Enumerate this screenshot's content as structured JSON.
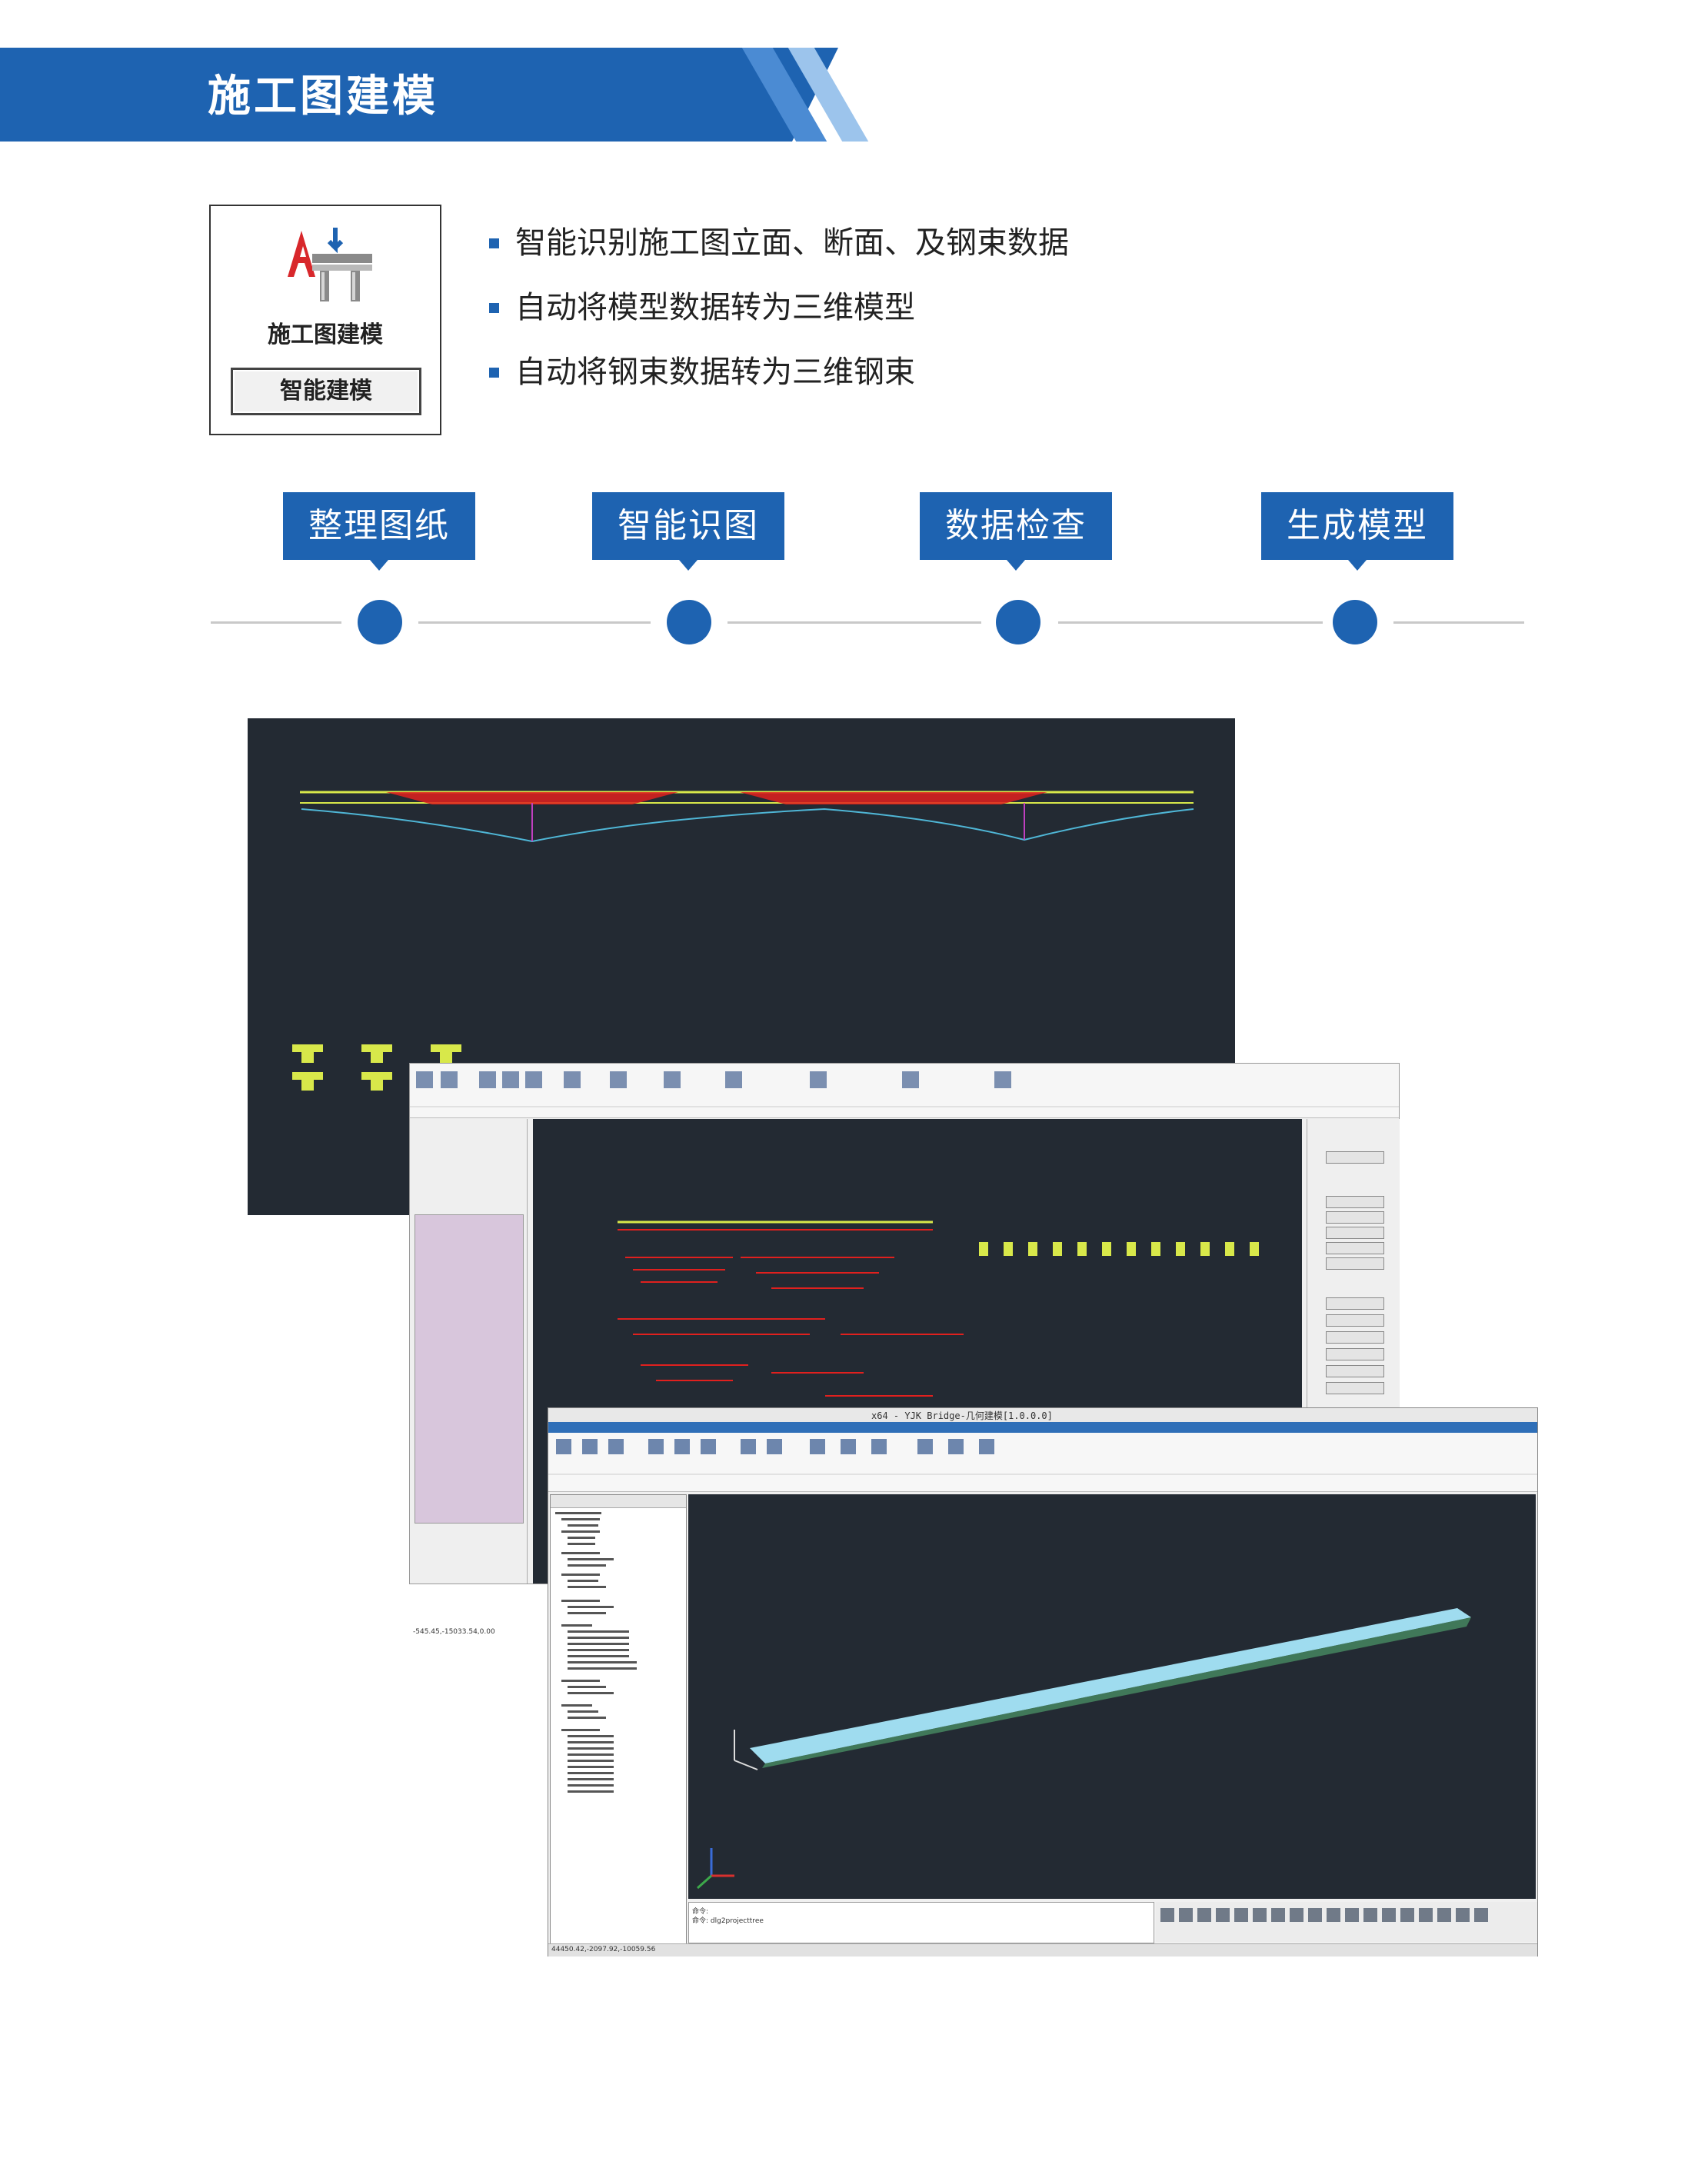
{
  "header": {
    "title": "施工图建模"
  },
  "card": {
    "title": "施工图建模",
    "button_label": "智能建模",
    "icon": "bridge-model-icon"
  },
  "features": [
    {
      "text": "智能识别施工图立面、断面、及钢束数据"
    },
    {
      "text": "自动将模型数据转为三维模型"
    },
    {
      "text": "自动将钢束数据转为三维钢束"
    }
  ],
  "steps": [
    {
      "label": "整理图纸"
    },
    {
      "label": "智能识图"
    },
    {
      "label": "数据检查"
    },
    {
      "label": "生成模型"
    }
  ],
  "screens": {
    "app2_coords": "-545.45,-15033.54,0.00",
    "app3_title": "x64 - YJK Bridge-几何建模[1.0.0.0]",
    "app3_cmd_line1": "命令:",
    "app3_cmd_line2": "命令: dlg2projecttree",
    "app3_coords": "44450.42,-2097.92,-10059.56"
  },
  "colors": {
    "brand_blue": "#1e63b1",
    "canvas_dark": "#232a33",
    "rebar_red": "#e0201e",
    "deck_cyan": "#9fdcef"
  }
}
